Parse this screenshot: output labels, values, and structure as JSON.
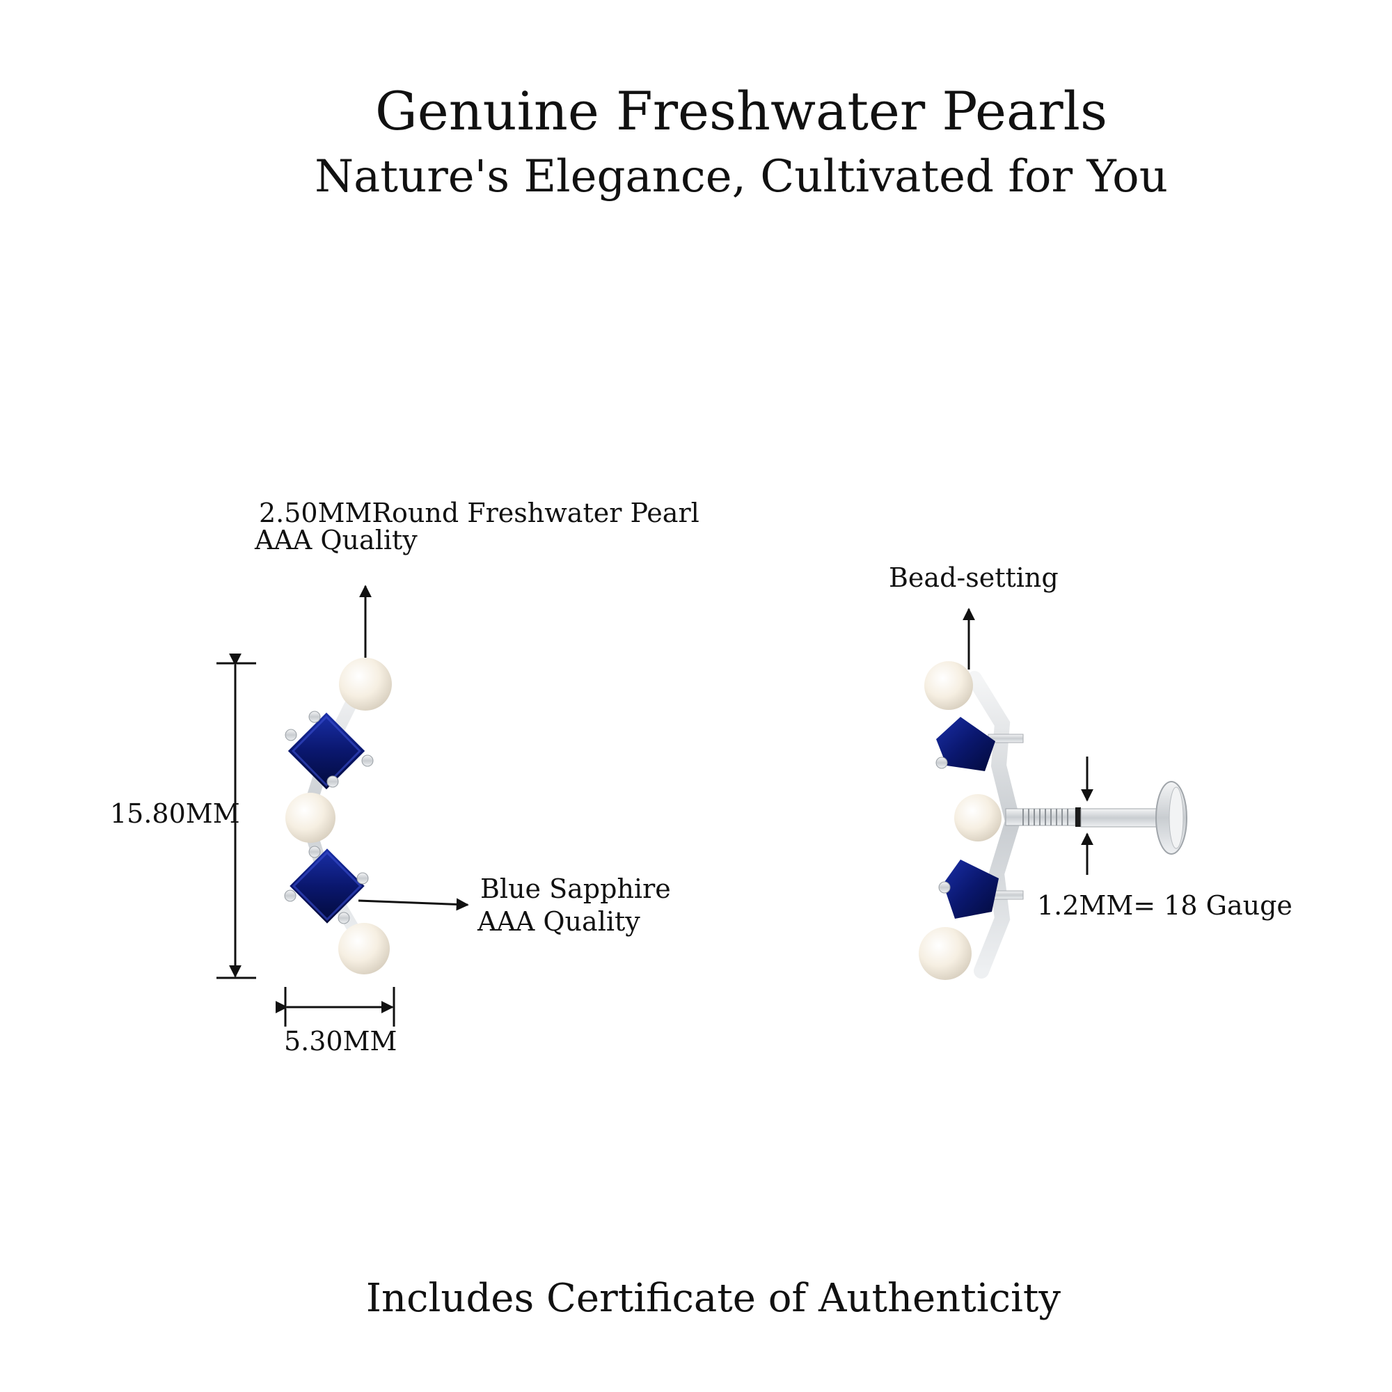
{
  "header": {
    "title": "Genuine Freshwater Pearls",
    "subtitle": "Nature's Elegance, Cultivated for You"
  },
  "front_view": {
    "pearl_label_line1": "2.50MMRound Freshwater Pearl",
    "pearl_label_line2": "AAA Quality",
    "height_label": "15.80MM",
    "width_label": "5.30MM",
    "sapphire_label_line1": "Blue Sapphire",
    "sapphire_label_line2": "AAA Quality"
  },
  "side_view": {
    "setting_label": "Bead-setting",
    "gauge_label": "1.2MM=  18 Gauge"
  },
  "footer": {
    "text": "Includes Certificate of Authenticity"
  },
  "colors": {
    "sapphire": "#0b1a7a",
    "pearl": "#f7f1e6",
    "metal": "#d9dcdf",
    "text": "#111111"
  }
}
